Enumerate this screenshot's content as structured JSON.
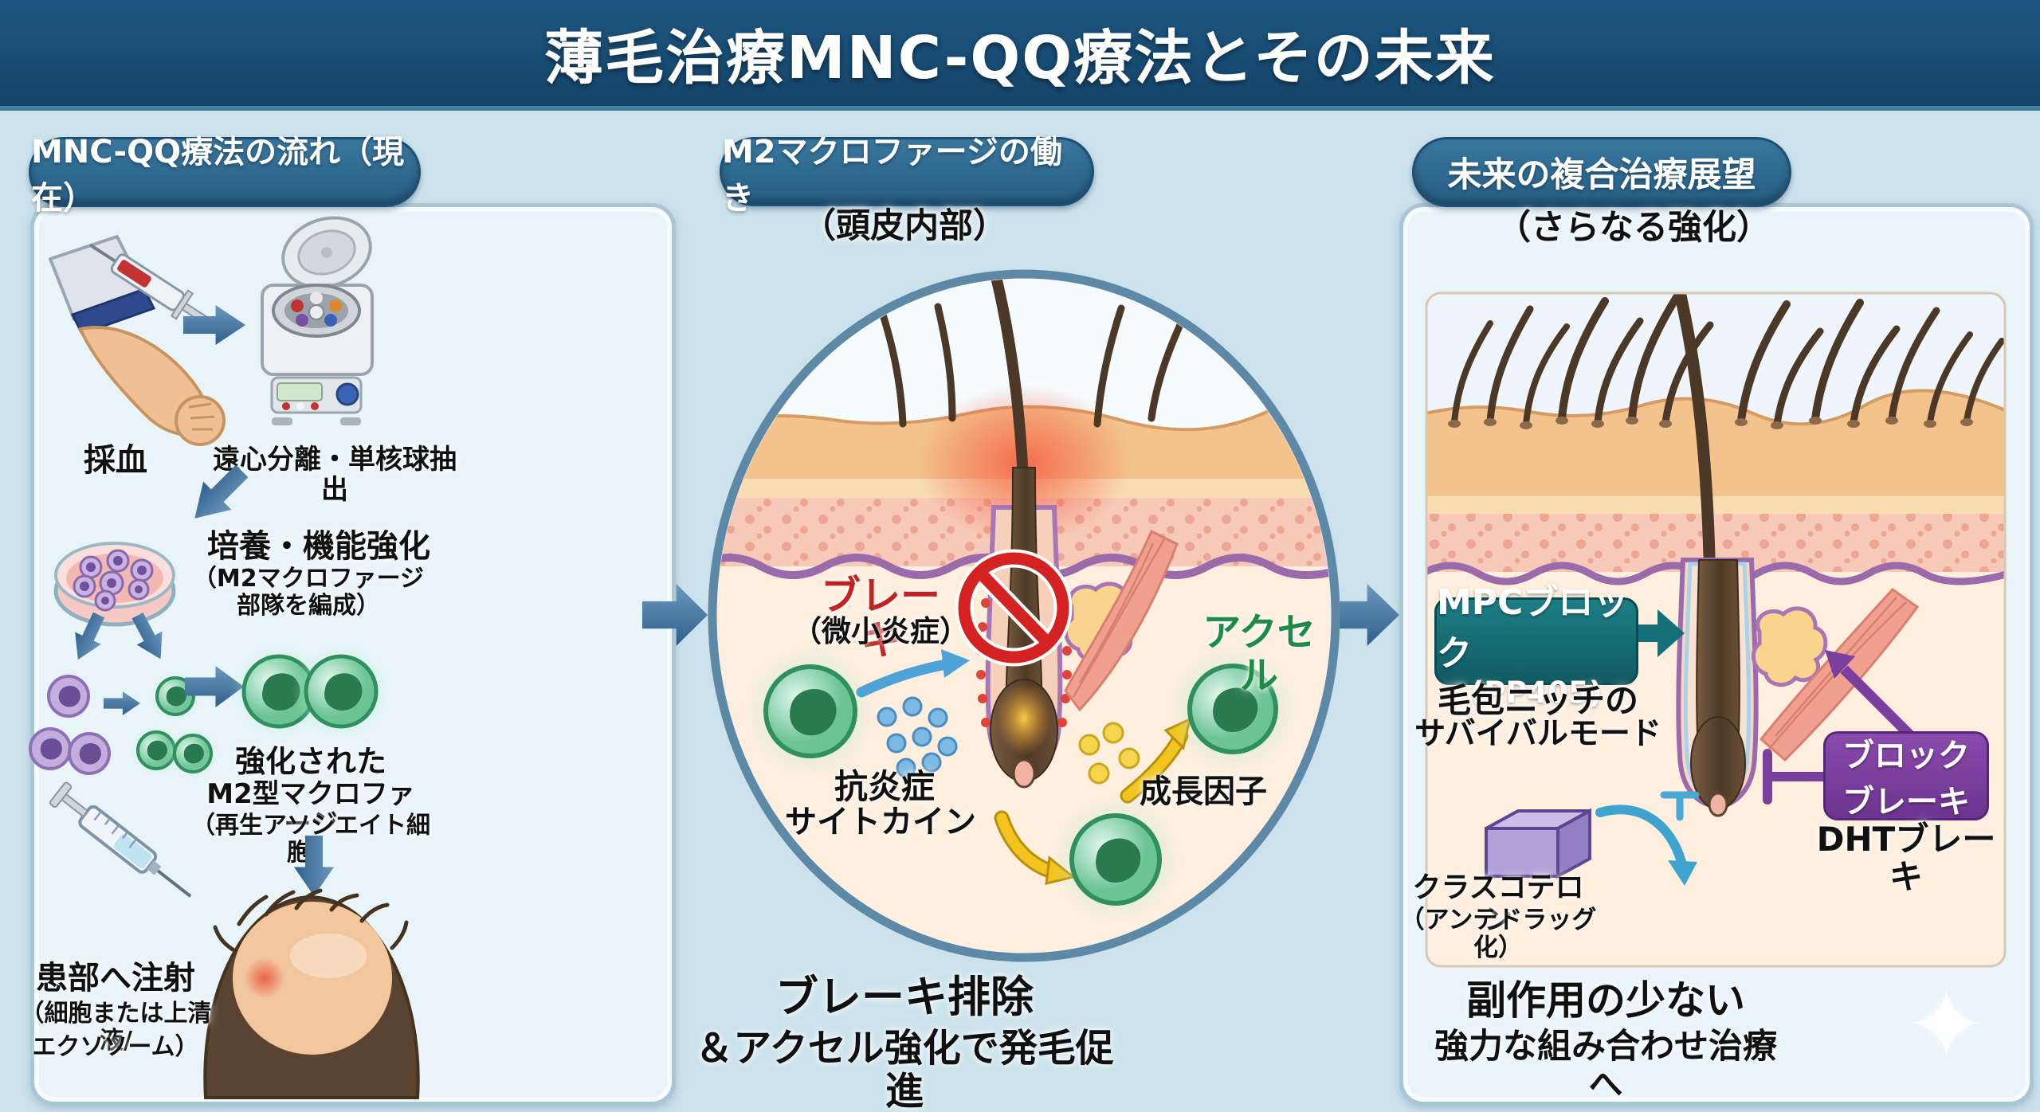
{
  "title": "薄毛治療MNC-QQ療法とその未来",
  "colors": {
    "title_bar": "#1a4e78",
    "header_badge": "#2e6b92",
    "page_bg": "#cbe2ec",
    "panel_bg": "#e9f4f9",
    "brake_red": "#c32222",
    "accel_green": "#1d8a45",
    "mpc_teal": "#156f78",
    "block_purple": "#7b3f9d",
    "flow_arrow_blue": "#3e6f9d",
    "growth_yellow": "#f2c41d",
    "cell_green": "#58b98a",
    "cell_purple": "#b59ad2"
  },
  "icons": {
    "sparkle": "✦"
  },
  "left_panel": {
    "header": "MNC-QQ療法の流れ（現在）",
    "step_blood": "採血",
    "step_centrifuge": "遠心分離・単核球抽出",
    "step_culture_title": "培養・機能強化",
    "step_culture_sub": "（M2マクロファージ部隊を編成）",
    "enhanced_line1": "強化された",
    "enhanced_line2": "M2型マクロファージ",
    "enhanced_line3": "（再生アソシエイト細胞）",
    "inject_line1": "患部へ注射",
    "inject_line2": "（細胞または上清液/",
    "inject_line3": "エクソソーム）"
  },
  "middle_panel": {
    "header": "M2マクロファージの働き",
    "subheader": "（頭皮内部）",
    "brake_label": "ブレーキ",
    "brake_sub": "（微小炎症）",
    "cytokine_line1": "抗炎症",
    "cytokine_line2": "サイトカイン",
    "accel_label": "アクセル",
    "growth_label": "成長因子",
    "caption_line1": "ブレーキ排除",
    "caption_line2": "＆アクセル強化で発毛促進"
  },
  "right_panel": {
    "header": "未来の複合治療展望",
    "subheader": "（さらなる強化）",
    "mpc_line1": "MPCブロック",
    "mpc_line2": "(PP405)",
    "niche_line1": "毛包ニッチの",
    "niche_line2": "サバイバルモード",
    "clasco_line1": "クラスコテロン",
    "clasco_line2": "（アンテドラッグ化）",
    "block_line1": "ブロック",
    "block_line2": "ブレーキ",
    "dht_label": "DHTブレーキ",
    "caption_line1": "副作用の少ない",
    "caption_line2": "強力な組み合わせ治療へ"
  }
}
